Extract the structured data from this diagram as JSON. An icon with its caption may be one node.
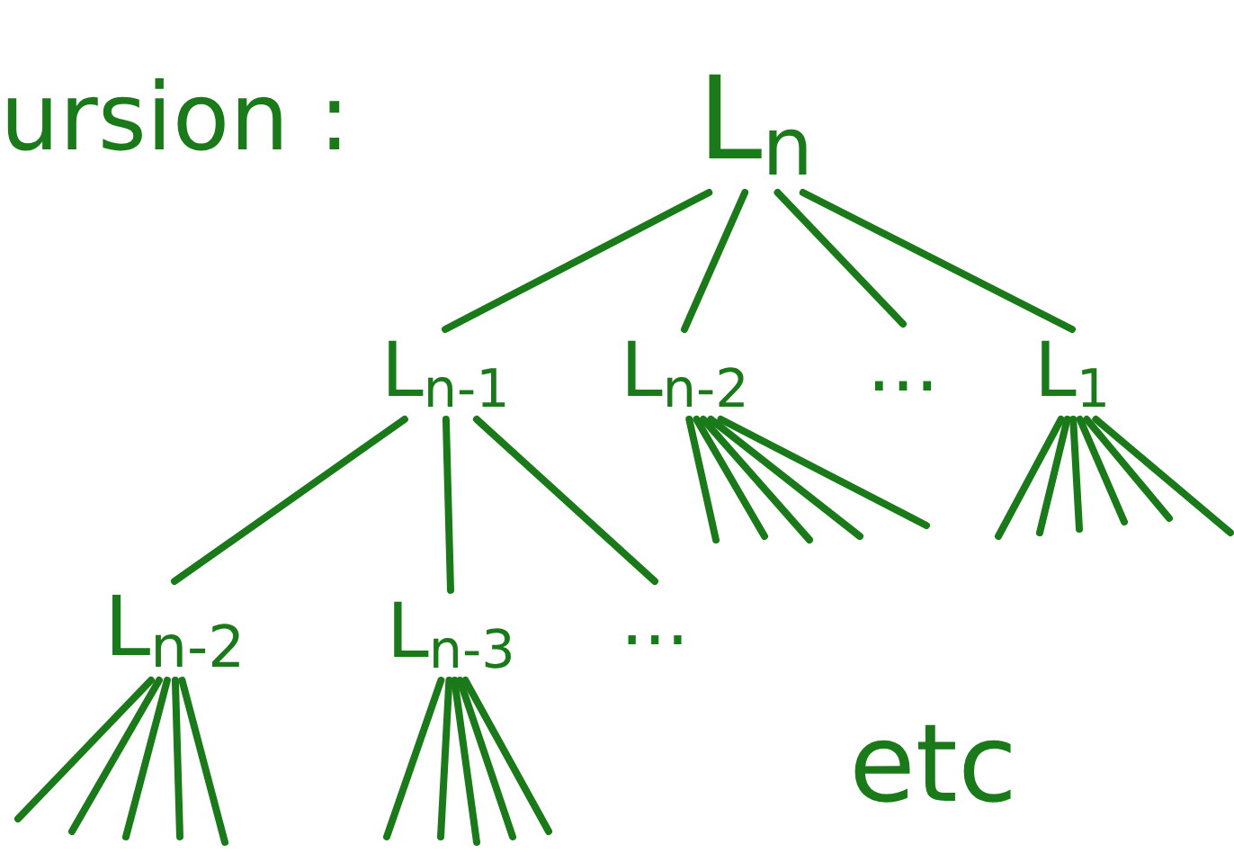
{
  "diagram": {
    "title": "ursion :",
    "nodes": [
      {
        "text": [
          "L$_{n}$"
        ]
      },
      {
        "text": [
          "L$_{n-1}$"
        ]
      },
      {
        "text": [
          "L$_{n-2}$"
        ]
      },
      {
        "text": [
          "..."
        ]
      },
      {
        "text": [
          "L$_{1}$"
        ]
      },
      {
        "text": [
          "L$_{n-2}$"
        ]
      },
      {
        "text": [
          "L$_{n-3}$"
        ]
      },
      {
        "text": [
          "..."
        ]
      }
    ],
    "edges": [
      {
        "from": 0,
        "to": 1,
        "arrow": "none"
      },
      {
        "from": 0,
        "to": 2,
        "arrow": "none"
      },
      {
        "from": 0,
        "to": 3,
        "arrow": "none"
      },
      {
        "from": 0,
        "to": 4,
        "arrow": "none"
      },
      {
        "from": 1,
        "to": 5,
        "arrow": "none"
      },
      {
        "from": 1,
        "to": 6,
        "arrow": "none"
      },
      {
        "from": 1,
        "to": 7,
        "arrow": "none"
      },
      {
        "from": 2,
        "to": null,
        "arrow": "none"
      },
      {
        "from": 2,
        "to": null,
        "arrow": "none"
      },
      {
        "from": 2,
        "to": null,
        "arrow": "none"
      },
      {
        "from": 2,
        "to": null,
        "arrow": "none"
      },
      {
        "from": 2,
        "to": null,
        "arrow": "none"
      },
      {
        "from": 4,
        "to": null,
        "arrow": "none"
      },
      {
        "from": 4,
        "to": null,
        "arrow": "none"
      },
      {
        "from": 4,
        "to": null,
        "arrow": "none"
      },
      {
        "from": 4,
        "to": null,
        "arrow": "none"
      },
      {
        "from": 4,
        "to": null,
        "arrow": "none"
      },
      {
        "from": 4,
        "to": null,
        "arrow": "none"
      },
      {
        "from": 5,
        "to": null,
        "arrow": "none"
      },
      {
        "from": 5,
        "to": null,
        "arrow": "none"
      },
      {
        "from": 5,
        "to": null,
        "arrow": "none"
      },
      {
        "from": 5,
        "to": null,
        "arrow": "none"
      },
      {
        "from": 5,
        "to": null,
        "arrow": "none"
      },
      {
        "from": 6,
        "to": null,
        "arrow": "none"
      },
      {
        "from": 6,
        "to": null,
        "arrow": "none"
      },
      {
        "from": 6,
        "to": null,
        "arrow": "none"
      },
      {
        "from": 6,
        "to": null,
        "arrow": "none"
      },
      {
        "from": 6,
        "to": null,
        "arrow": "none"
      }
    ],
    "labels": [
      "etc"
    ]
  }
}
